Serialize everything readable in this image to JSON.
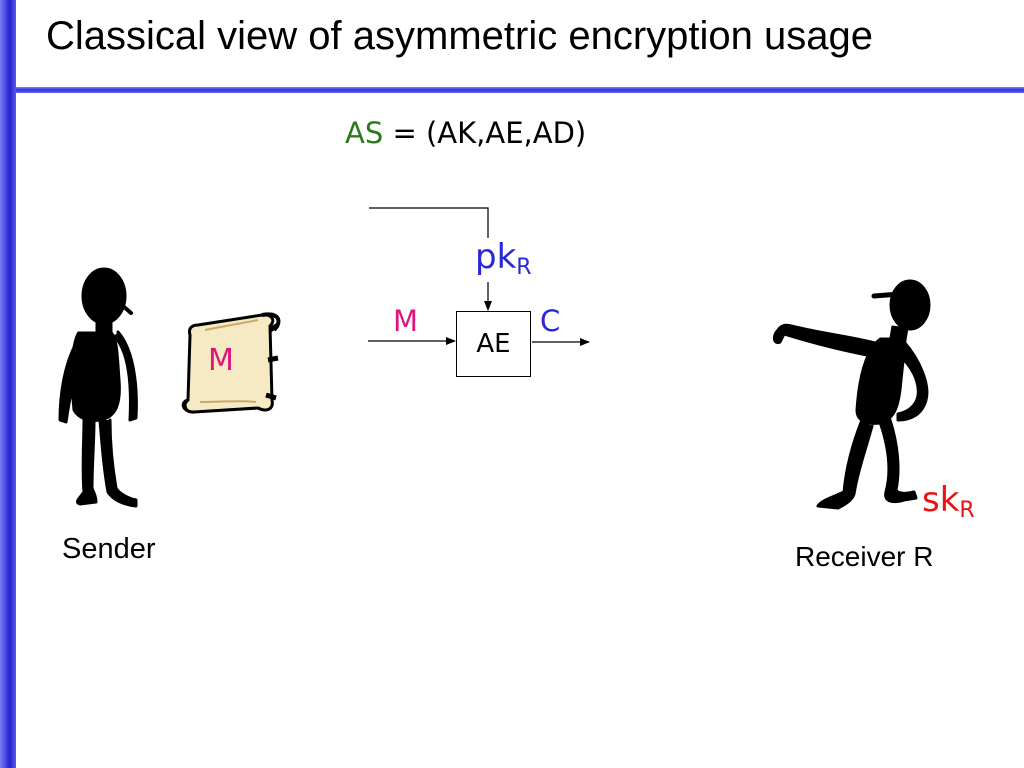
{
  "title": "Classical view of asymmetric encryption usage",
  "scheme": {
    "name": "AS",
    "definition": " = (AK,AE,AD)"
  },
  "diagram": {
    "public_key_base": "pk",
    "public_key_sub": "R",
    "input_label": "M",
    "output_label": "C",
    "algorithm_label": "AE",
    "message_scroll_label": "M",
    "secret_key_base": "sk",
    "secret_key_sub": "R"
  },
  "people": {
    "sender": "Sender",
    "receiver": "Receiver R"
  },
  "colors": {
    "accent_blue": "#3030d6",
    "scheme_green": "#2a7a1a",
    "pk_blue": "#2828d8",
    "message_magenta": "#e0157a",
    "sk_red": "#ee1111",
    "scroll_paper": "#f6eac4"
  },
  "icons": {
    "sender": "sender-figure-icon",
    "receiver": "receiver-figure-icon",
    "message": "scroll-icon"
  }
}
